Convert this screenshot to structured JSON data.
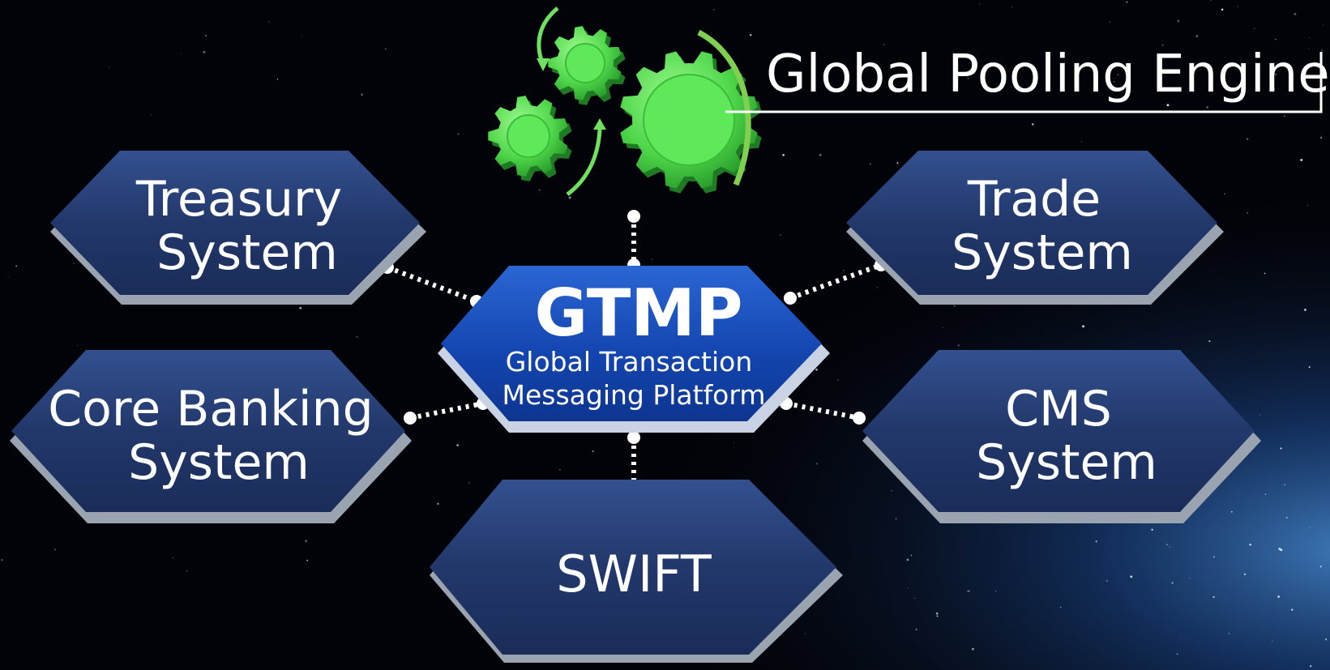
{
  "engine": {
    "label": "Global Pooling Engine"
  },
  "hub": {
    "abbr": "GTMP",
    "line1": "Global Transaction",
    "line2": "Messaging Platform"
  },
  "nodes": {
    "treasury": {
      "line1": "Treasury",
      "line2": "System"
    },
    "trade": {
      "line1": "Trade",
      "line2": "System"
    },
    "core_banking": {
      "line1": "Core Banking",
      "line2": "System"
    },
    "cms": {
      "line1": "CMS",
      "line2": "System"
    },
    "swift": {
      "line1": "SWIFT"
    }
  },
  "colors": {
    "background": "#020308",
    "node_fill": "#243a72",
    "node_bevel": "#9aa3b0",
    "hub_fill": "#1446b0",
    "gear_green": "#5fe85a",
    "connector": "#ffffff"
  }
}
